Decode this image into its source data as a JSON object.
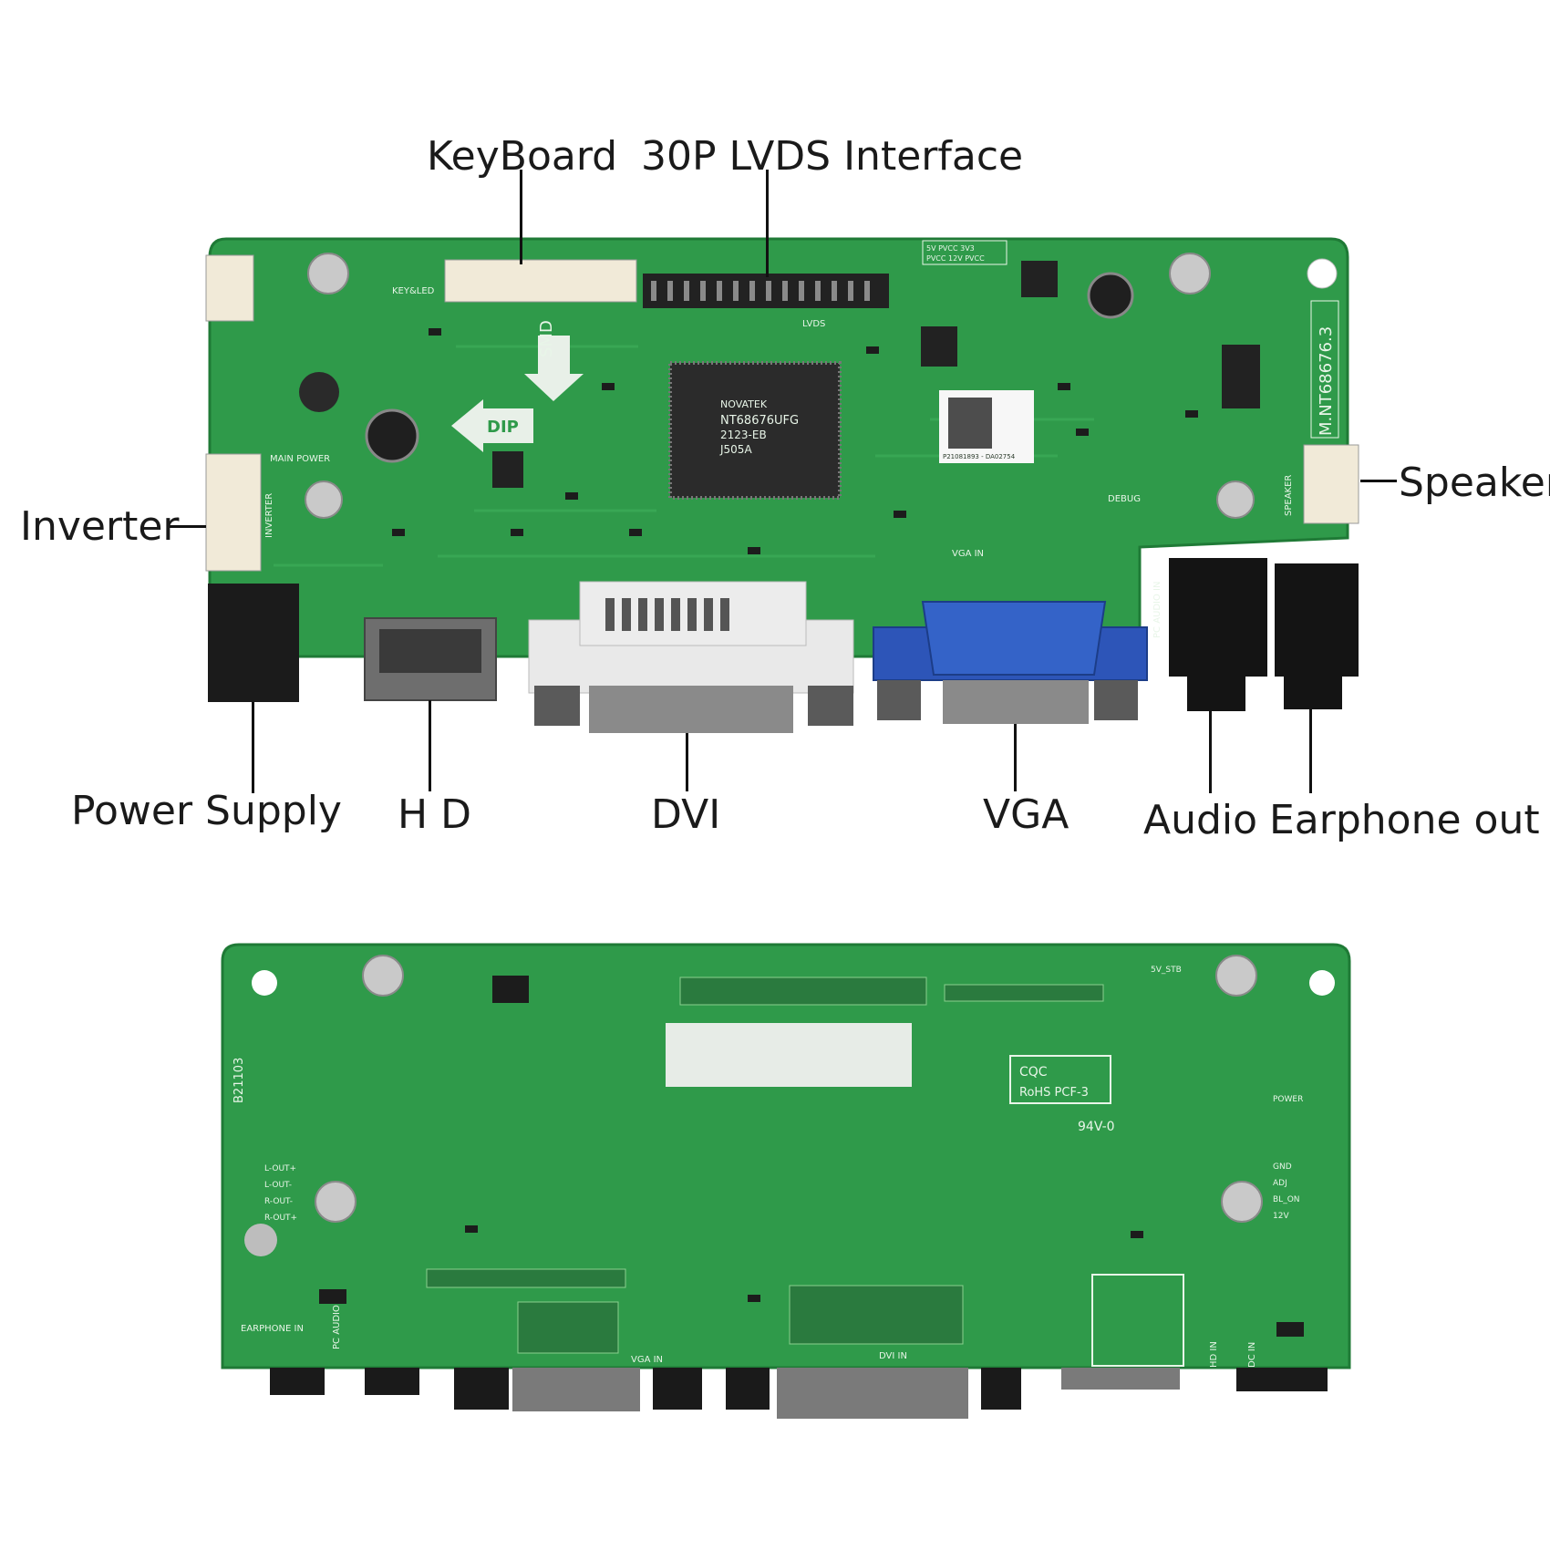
{
  "callouts": {
    "keyboard": "KeyBoard",
    "lvds": "30P LVDS Interface",
    "inverter": "Inverter",
    "speaker": "Speaker",
    "power_supply": "Power Supply",
    "hd": "H D",
    "dvi": "DVI",
    "vga": "VGA",
    "audio": "Audio",
    "earphone_out": "Earphone out"
  },
  "top_board": {
    "model": "M.NT68676.3",
    "chip_brand": "NOVATEK",
    "chip_part": "NT68676UFG",
    "chip_line2": "2123-EB",
    "chip_line3": "J505A",
    "labels": {
      "main_power": "MAIN POWER",
      "inverter": "INVERTER",
      "keyboard": "KEY&LED",
      "lvds": "LVDS",
      "speaker": "SPEAKER",
      "debug": "DEBUG",
      "vga_in": "VGA IN",
      "pc_audio_in": "PC AUDIO IN",
      "smd": "SMD",
      "dip": "DIP",
      "voltage_top": "5V  PVCC  3V3",
      "voltage_bottom": "PVCC 12V  PVCC",
      "qr_caption": "P21081893 - DA02754"
    }
  },
  "bottom_board": {
    "id": "B21103",
    "labels": {
      "earphone_in": "EARPHONE IN",
      "pc_audio_in": "PC AUDIO IN",
      "vga_in": "VGA IN",
      "dvi_in": "DVI IN",
      "hd_in": "HD IN",
      "dc_in": "DC IN",
      "rohs": "RoHS PCF-3",
      "cqc": "CQC",
      "ul": "94V-0",
      "five_v_stb": "5V_STB",
      "gnd": "GND",
      "adj": "ADJ",
      "bl_on": "BL_ON",
      "twelve_v": "12V",
      "power": "POWER",
      "lout_plus": "L-OUT+",
      "lout_minus": "L-OUT-",
      "rout_minus": "R-OUT-",
      "rout_plus": "R-OUT+"
    }
  }
}
